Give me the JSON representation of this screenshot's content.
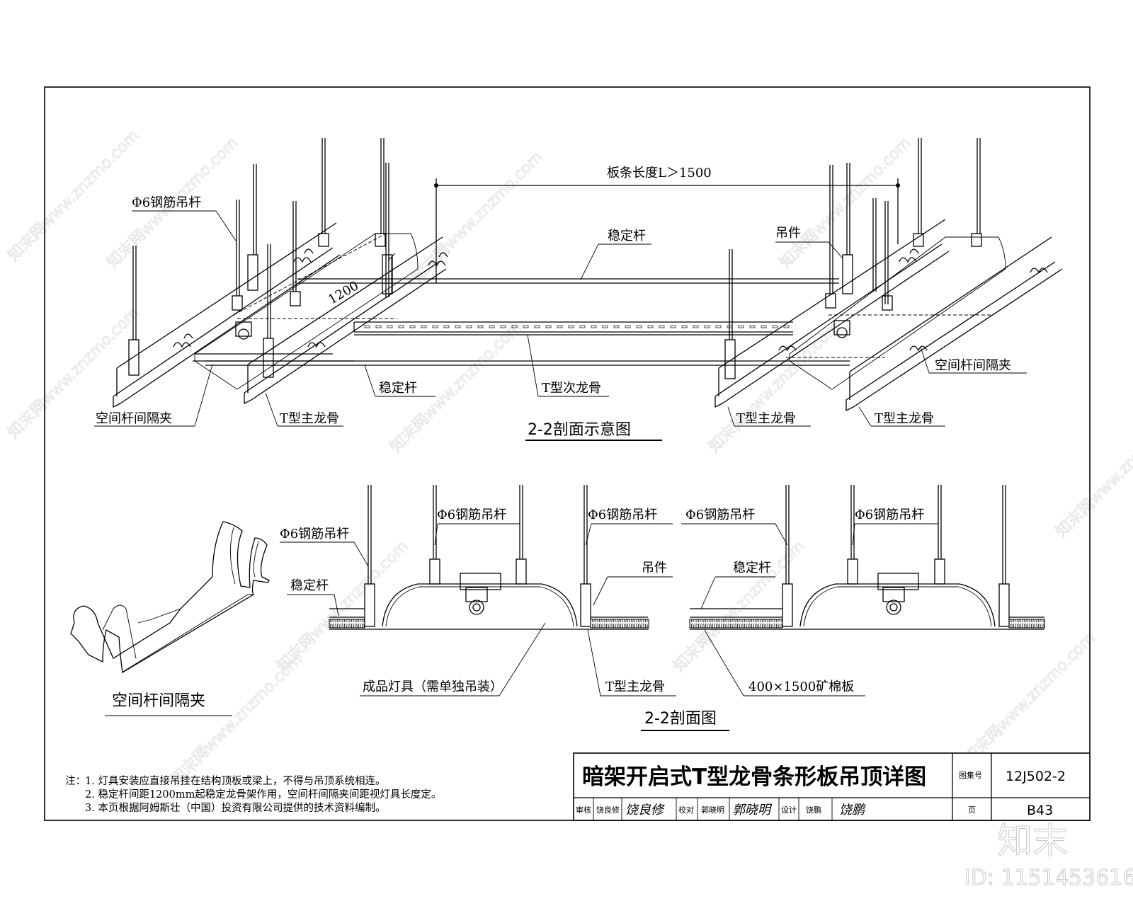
{
  "iso_view": {
    "title": "2-2剖面示意图",
    "labels": {
      "hanger_rod": "Φ6钢筋吊杆",
      "strip_length": "板条长度L＞1500",
      "stabilizer_top": "稳定杆",
      "hanger_part": "吊件",
      "dimension_1200": "1200",
      "spacer_clip_left": "空间杆间隔夹",
      "main_tee_1": "T型主龙骨",
      "stabilizer_bottom": "稳定杆",
      "cross_tee": "T型次龙骨",
      "main_tee_2": "T型主龙骨",
      "main_tee_3": "T型主龙骨",
      "spacer_clip_right": "空间杆间隔夹"
    }
  },
  "clip_detail": {
    "title": "空间杆间隔夹"
  },
  "section_view": {
    "title": "2-2剖面图",
    "labels": {
      "hanger_rod_1": "Φ6钢筋吊杆",
      "hanger_rod_2": "Φ6钢筋吊杆",
      "hanger_rod_3": "Φ6钢筋吊杆",
      "hanger_rod_4": "Φ6钢筋吊杆",
      "hanger_rod_5": "Φ6钢筋吊杆",
      "stabilizer_left": "稳定杆",
      "hanger_part": "吊件",
      "stabilizer_right": "稳定杆",
      "light_fixture": "成品灯具（需单独吊装）",
      "main_tee": "T型主龙骨",
      "mineral_board": "400×1500矿棉板"
    }
  },
  "notes": {
    "prefix": "注：",
    "items": [
      "1. 灯具安装应直接吊挂在结构顶板或梁上，不得与吊顶系统相连。",
      "2. 稳定杆间距1200mm起稳定龙骨架作用，空间杆间隔夹间距视灯具长度定。",
      "3. 本页根据阿姆斯壮（中国）投资有限公司提供的技术资料编制。"
    ]
  },
  "title_block": {
    "title": "暗架开启式T型龙骨条形板吊顶详图",
    "atlas_label": "图集号",
    "atlas_no": "12J502-2",
    "review_label": "审核",
    "review_name": "饶良修",
    "review_sig": "饶良修",
    "check_label": "校对",
    "check_name": "郭晓明",
    "check_sig": "郭晓明",
    "design_label": "设计",
    "design_name": "饶鹏",
    "design_sig": "饶鹏",
    "page_label": "页",
    "page_no": "B43"
  },
  "watermark": {
    "logo": "知末",
    "id_text": "ID: 1151453616",
    "diagonal": "知末网www.znzmo.com"
  }
}
